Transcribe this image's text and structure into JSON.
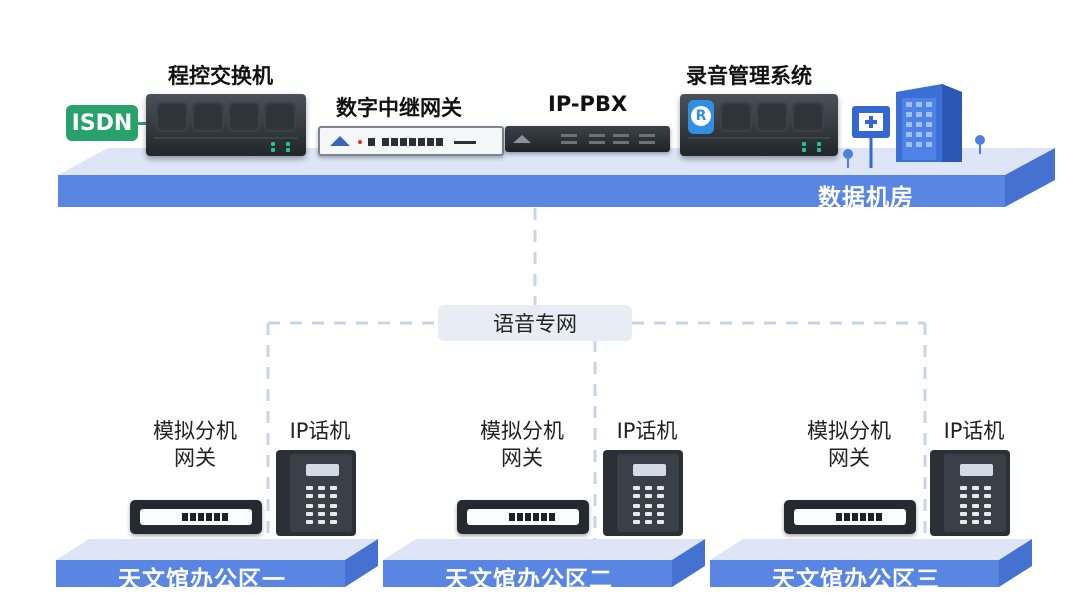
{
  "datacenter": {
    "label": "数据机房",
    "devices": {
      "switch": "程控交换机",
      "trunk_gateway": "数字中继网关",
      "pbx": "IP-PBX",
      "recorder": "录音管理系统"
    },
    "isdn": "ISDN"
  },
  "network": {
    "label": "语音专网"
  },
  "offices": [
    {
      "platform": "天文馆办公区一",
      "analog_gateway_line1": "模拟分机",
      "analog_gateway_line2": "网关",
      "ip_phone": "IP话机"
    },
    {
      "platform": "天文馆办公区二",
      "analog_gateway_line1": "模拟分机",
      "analog_gateway_line2": "网关",
      "ip_phone": "IP话机"
    },
    {
      "platform": "天文馆办公区三",
      "analog_gateway_line1": "模拟分机",
      "analog_gateway_line2": "网关",
      "ip_phone": "IP话机"
    }
  ],
  "colors": {
    "platform_top": "#dde5f7",
    "platform_front": "#5a86e3",
    "isdn_badge": "#27a26a",
    "dashed_line": "#c9d4e6",
    "building": "#3c6fd6"
  }
}
